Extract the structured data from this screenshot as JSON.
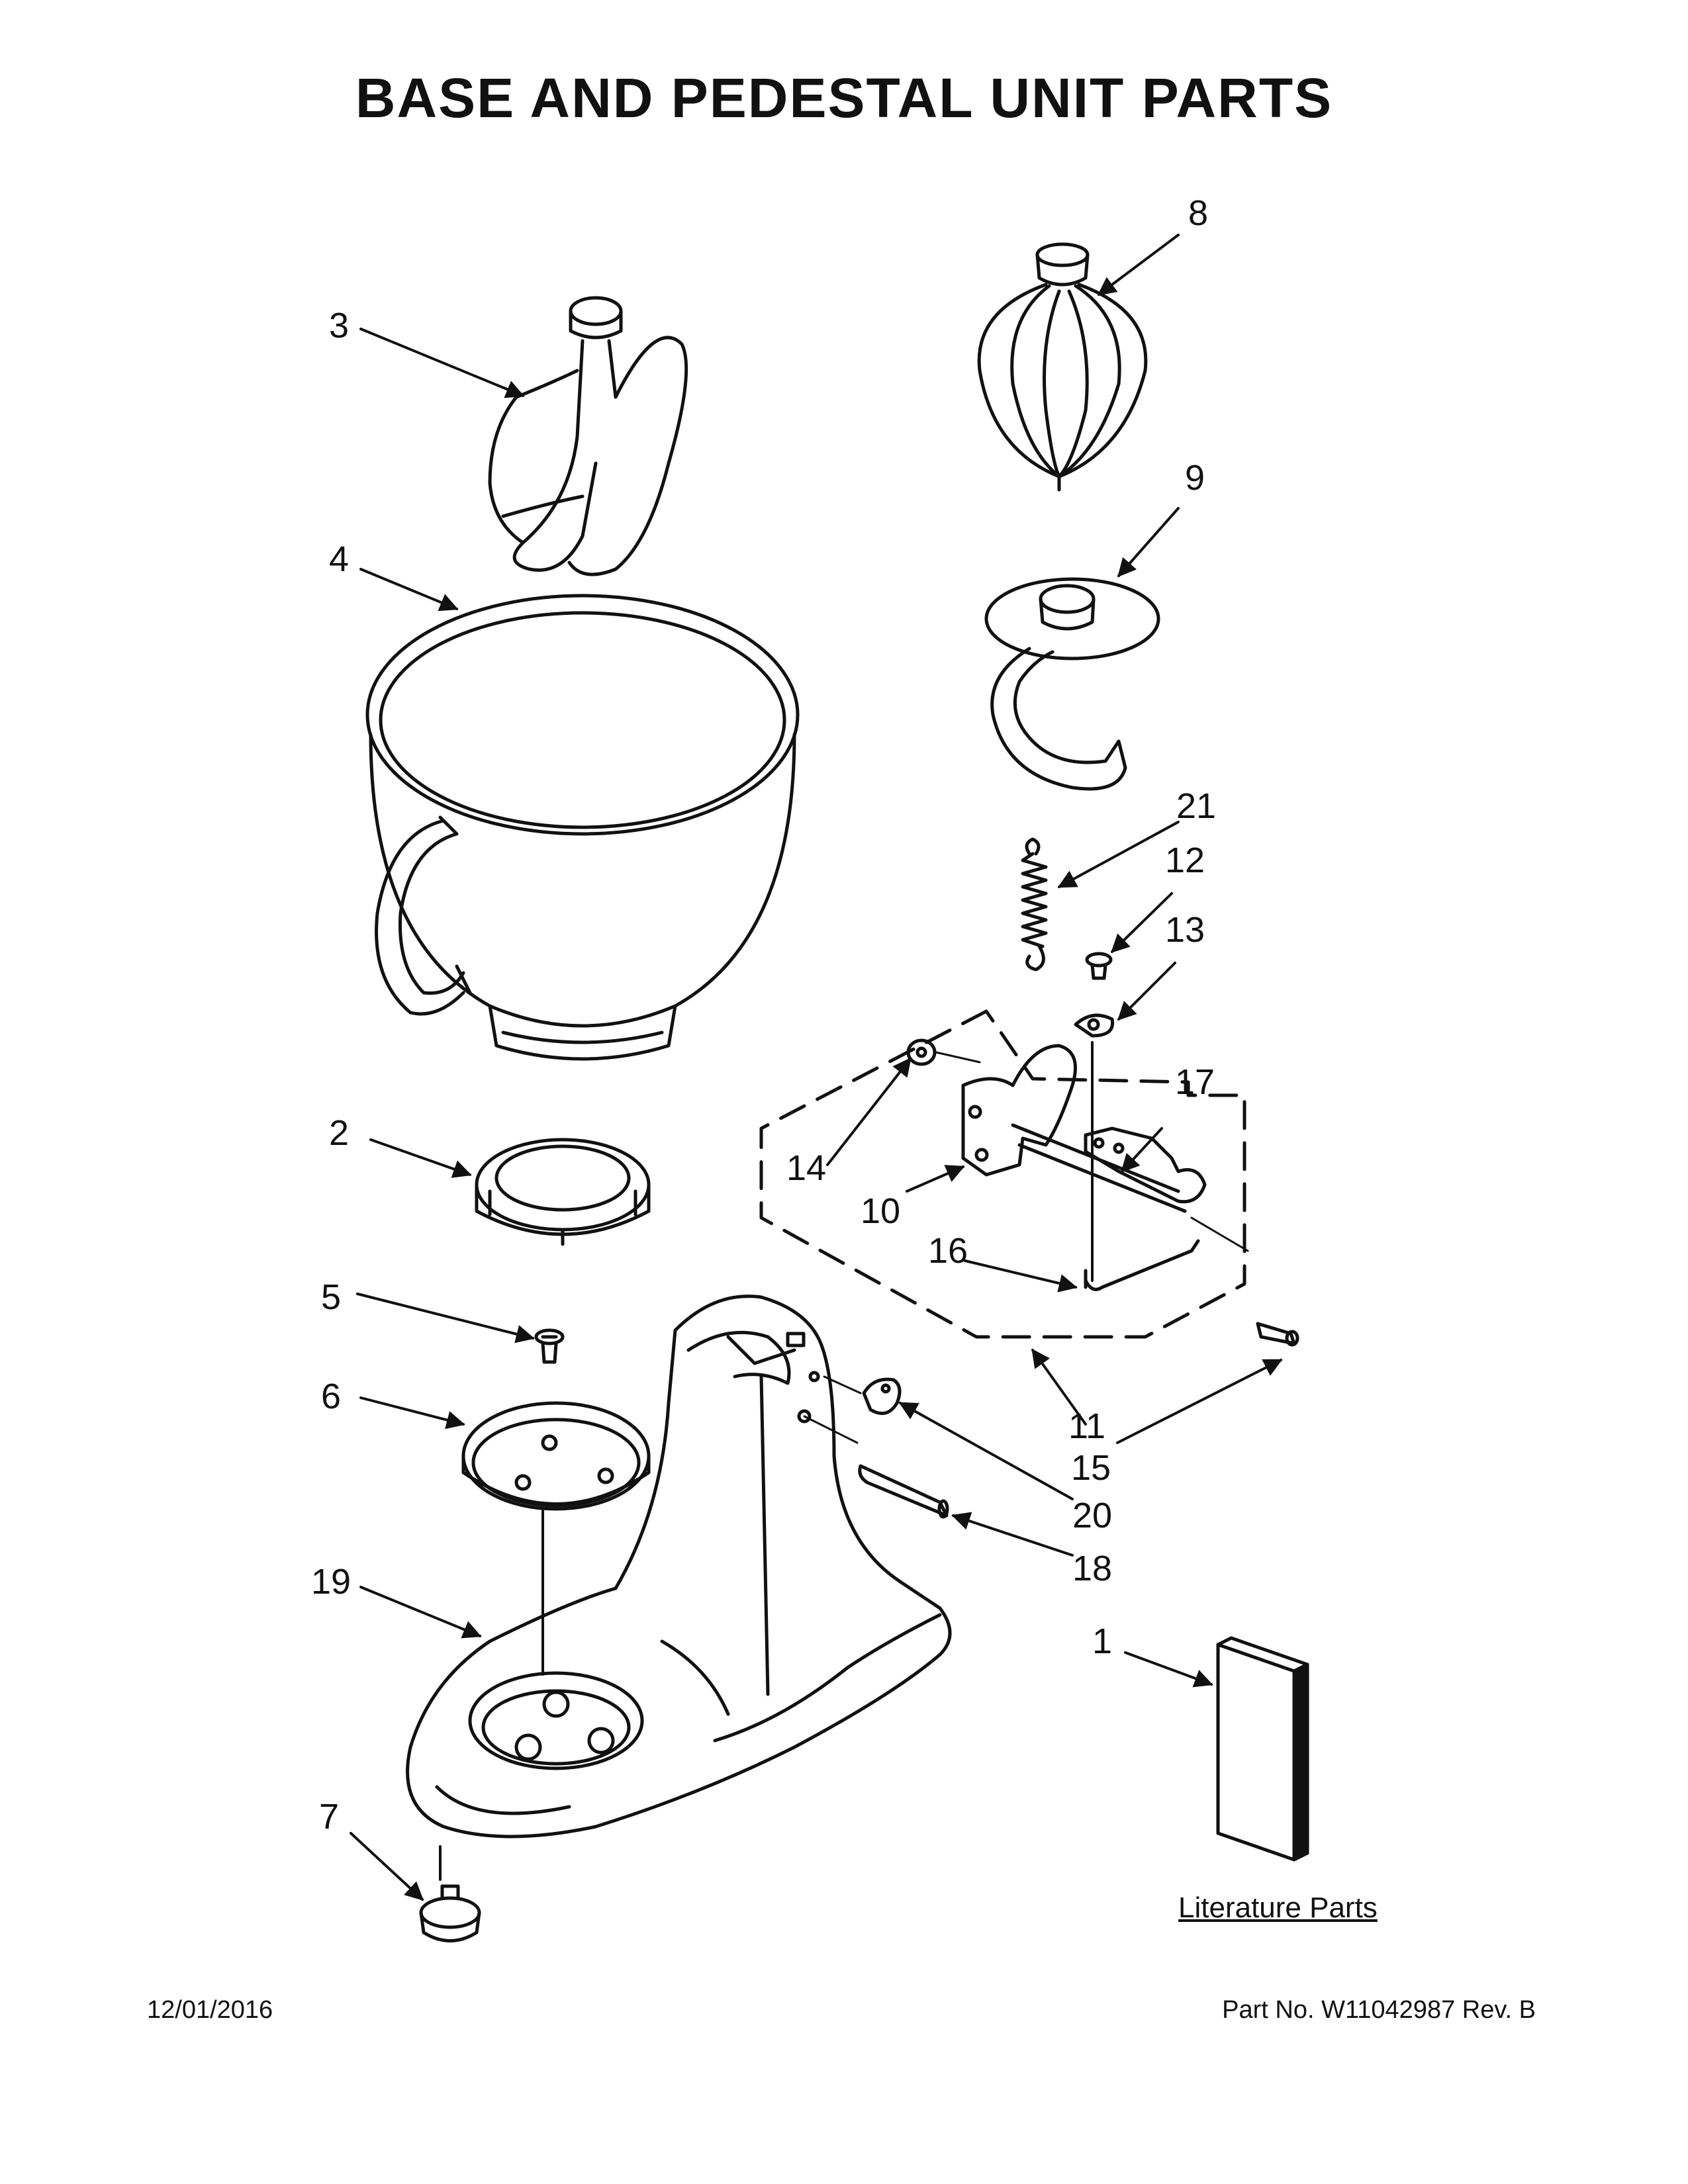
{
  "title": "BASE AND PEDESTAL UNIT PARTS",
  "literature_label": "Literature Parts",
  "footer": {
    "date": "12/01/2016",
    "part_number": "Part No.  W11042987  Rev.  B"
  },
  "callouts": [
    "1",
    "2",
    "3",
    "4",
    "5",
    "6",
    "7",
    "8",
    "9",
    "10",
    "11",
    "12",
    "13",
    "14",
    "15",
    "16",
    "17",
    "18",
    "19",
    "20",
    "21"
  ]
}
